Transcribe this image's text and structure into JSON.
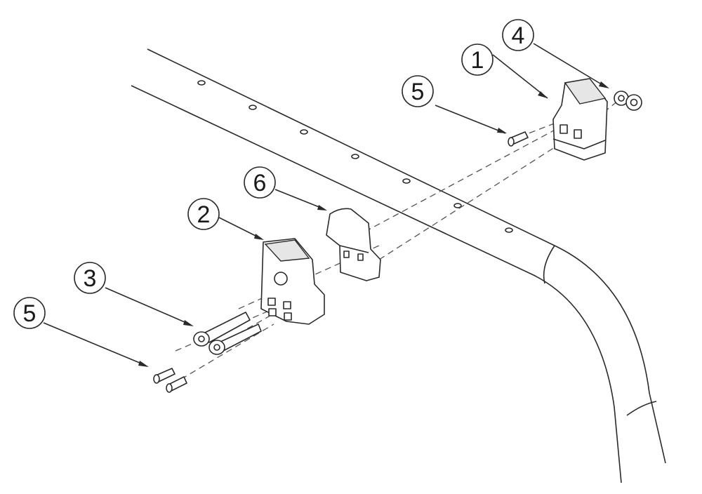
{
  "callouts": [
    {
      "id": "c1",
      "label": "1",
      "part": "upper-clamp-bracket"
    },
    {
      "id": "c2",
      "label": "2",
      "part": "outer-clamp-block"
    },
    {
      "id": "c3",
      "label": "3",
      "part": "socket-head-screws"
    },
    {
      "id": "c4",
      "label": "4",
      "part": "lock-nuts"
    },
    {
      "id": "c5a",
      "label": "5",
      "part": "upper-set-screw"
    },
    {
      "id": "c5b",
      "label": "5",
      "part": "lower-set-screws"
    },
    {
      "id": "c6",
      "label": "6",
      "part": "inner-clamp-block"
    }
  ]
}
